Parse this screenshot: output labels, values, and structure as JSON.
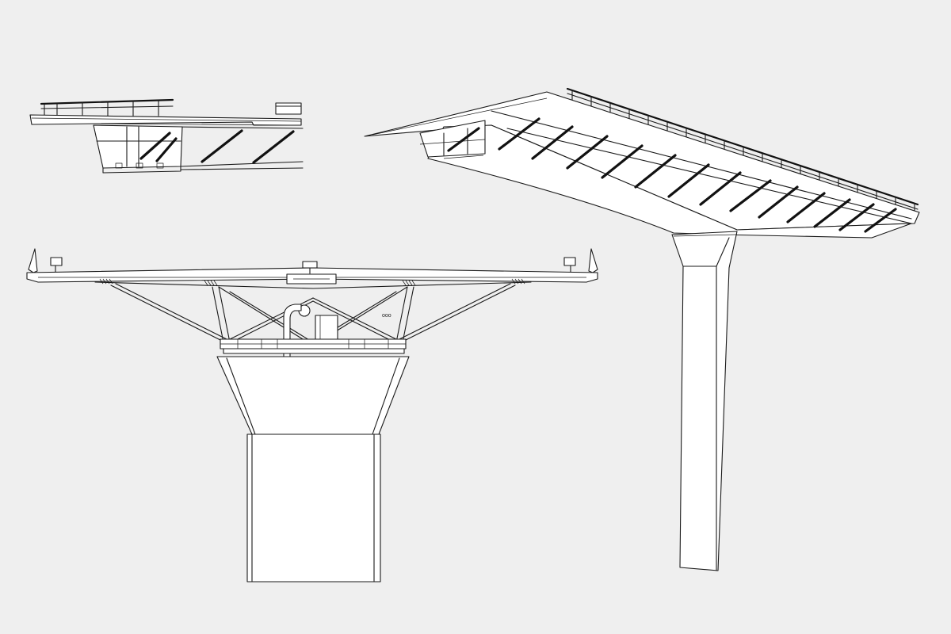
{
  "drawing": {
    "views": [
      {
        "id": "partial-elevation"
      },
      {
        "id": "cross-section-elevation"
      },
      {
        "id": "perspective-view"
      }
    ]
  },
  "colors": {
    "background": "#efefef",
    "line": "#1a1a1a",
    "fill": "#ffffff"
  }
}
